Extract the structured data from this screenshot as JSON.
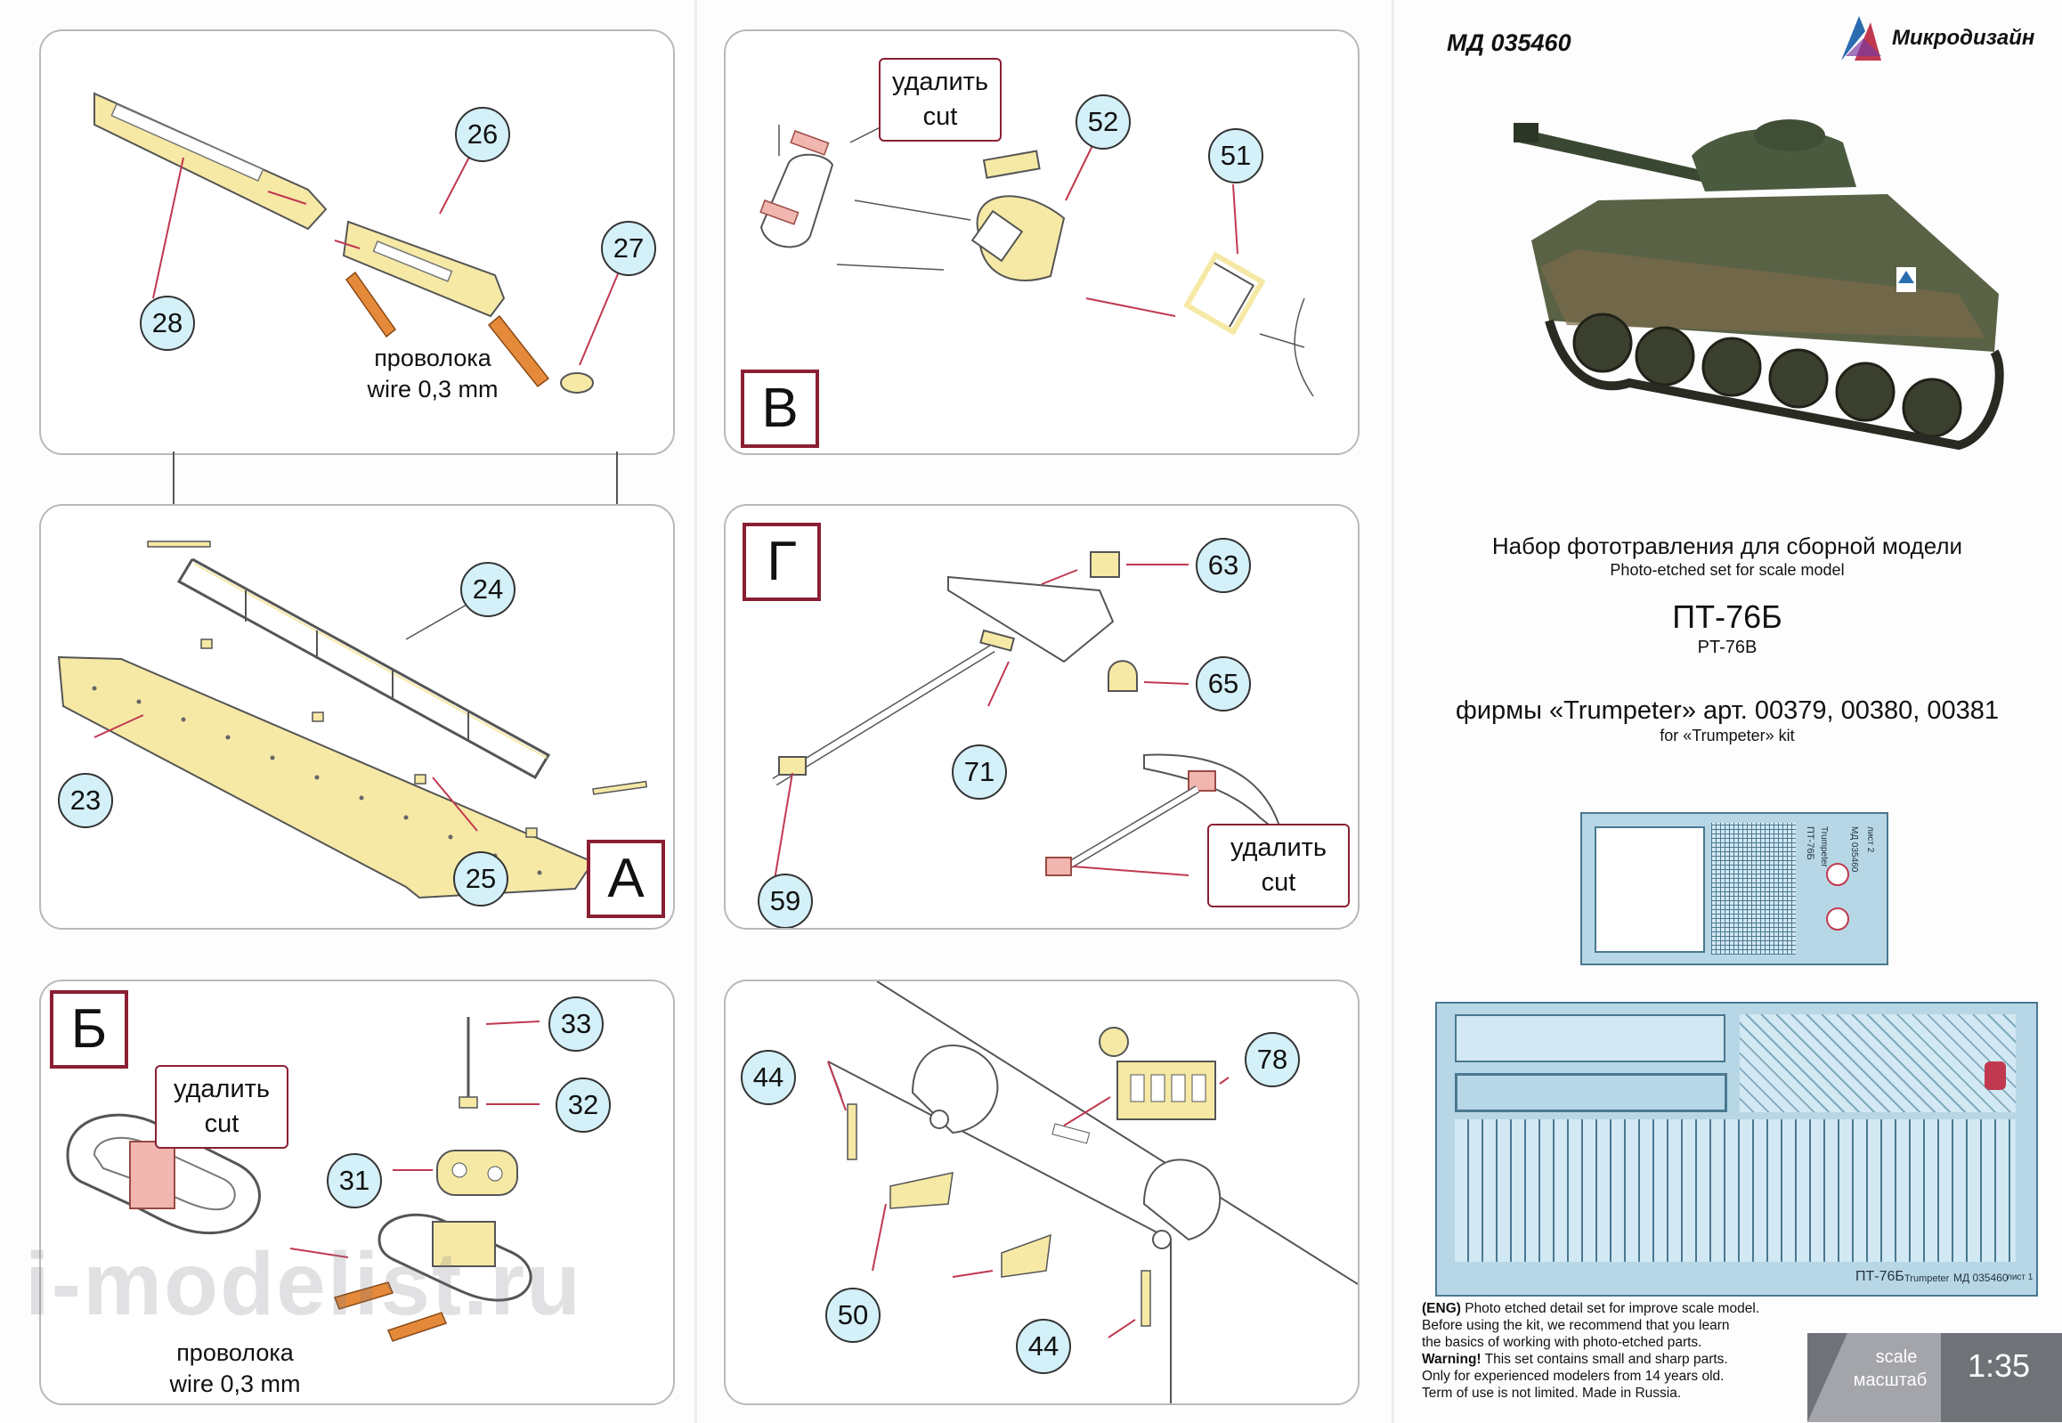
{
  "header": {
    "article_code": "МД 035460",
    "brand": "Микродизайн"
  },
  "cover": {
    "title_ru": "Набор фототравления для сборной модели",
    "title_en": "Photo-etched set for scale model",
    "model_ru": "ПТ-76Б",
    "model_en": "PT-76B",
    "kit_ru": "фирмы «Trumpeter» арт. 00379, 00380, 00381",
    "kit_en": "for «Trumpeter» kit",
    "fret_small_labels": [
      "ПТ-76Б",
      "Trumpeter",
      "МД 035460",
      "лист 2"
    ],
    "fret_large_labels": [
      "ПТ-76Б",
      "Trumpeter",
      "МД 035460",
      "лист 1"
    ],
    "disclaimer": {
      "lead": "(ENG)",
      "line1": " Photo etched detail set for improve scale model.",
      "line2": "Before using the kit, we recommend that you learn",
      "line3": "the basics of working with photo-etched parts.",
      "warn_lead": "Warning!",
      "warn_text": " This set contains small and sharp parts.",
      "line5": "Only for experienced modelers from 14 years old.",
      "line6": "Term of use is not limited. Made in Russia."
    },
    "scale_label_en": "scale",
    "scale_label_ru": "масштаб",
    "scale_value": "1:35"
  },
  "panels": {
    "p1": {
      "callouts": [
        "26",
        "27",
        "28"
      ],
      "wire_ru": "проволока",
      "wire_en": "wire 0,3 mm"
    },
    "pA": {
      "step": "А",
      "callouts": [
        "24",
        "23",
        "25"
      ]
    },
    "pB": {
      "step": "Б",
      "callouts": [
        "33",
        "32",
        "31"
      ],
      "cut_ru": "удалить",
      "cut_en": "cut",
      "wire_ru": "проволока",
      "wire_en": "wire 0,3 mm"
    },
    "pV": {
      "step": "В",
      "callouts": [
        "52",
        "51"
      ],
      "cut_ru": "удалить",
      "cut_en": "cut"
    },
    "pG": {
      "step": "Г",
      "callouts": [
        "63",
        "65",
        "71",
        "59"
      ],
      "cut_ru": "удалить",
      "cut_en": "cut"
    },
    "p6": {
      "callouts": [
        "78",
        "44",
        "50",
        "44"
      ]
    }
  },
  "watermark": "i-modelist.ru",
  "colors": {
    "accent": "#8a1f33",
    "callout_fill": "#d4f0f8",
    "part_fill": "#f6e9a6",
    "wire_fill": "#e58a3a",
    "arrow": "#c0394f",
    "scale_box": "#6f7277"
  }
}
